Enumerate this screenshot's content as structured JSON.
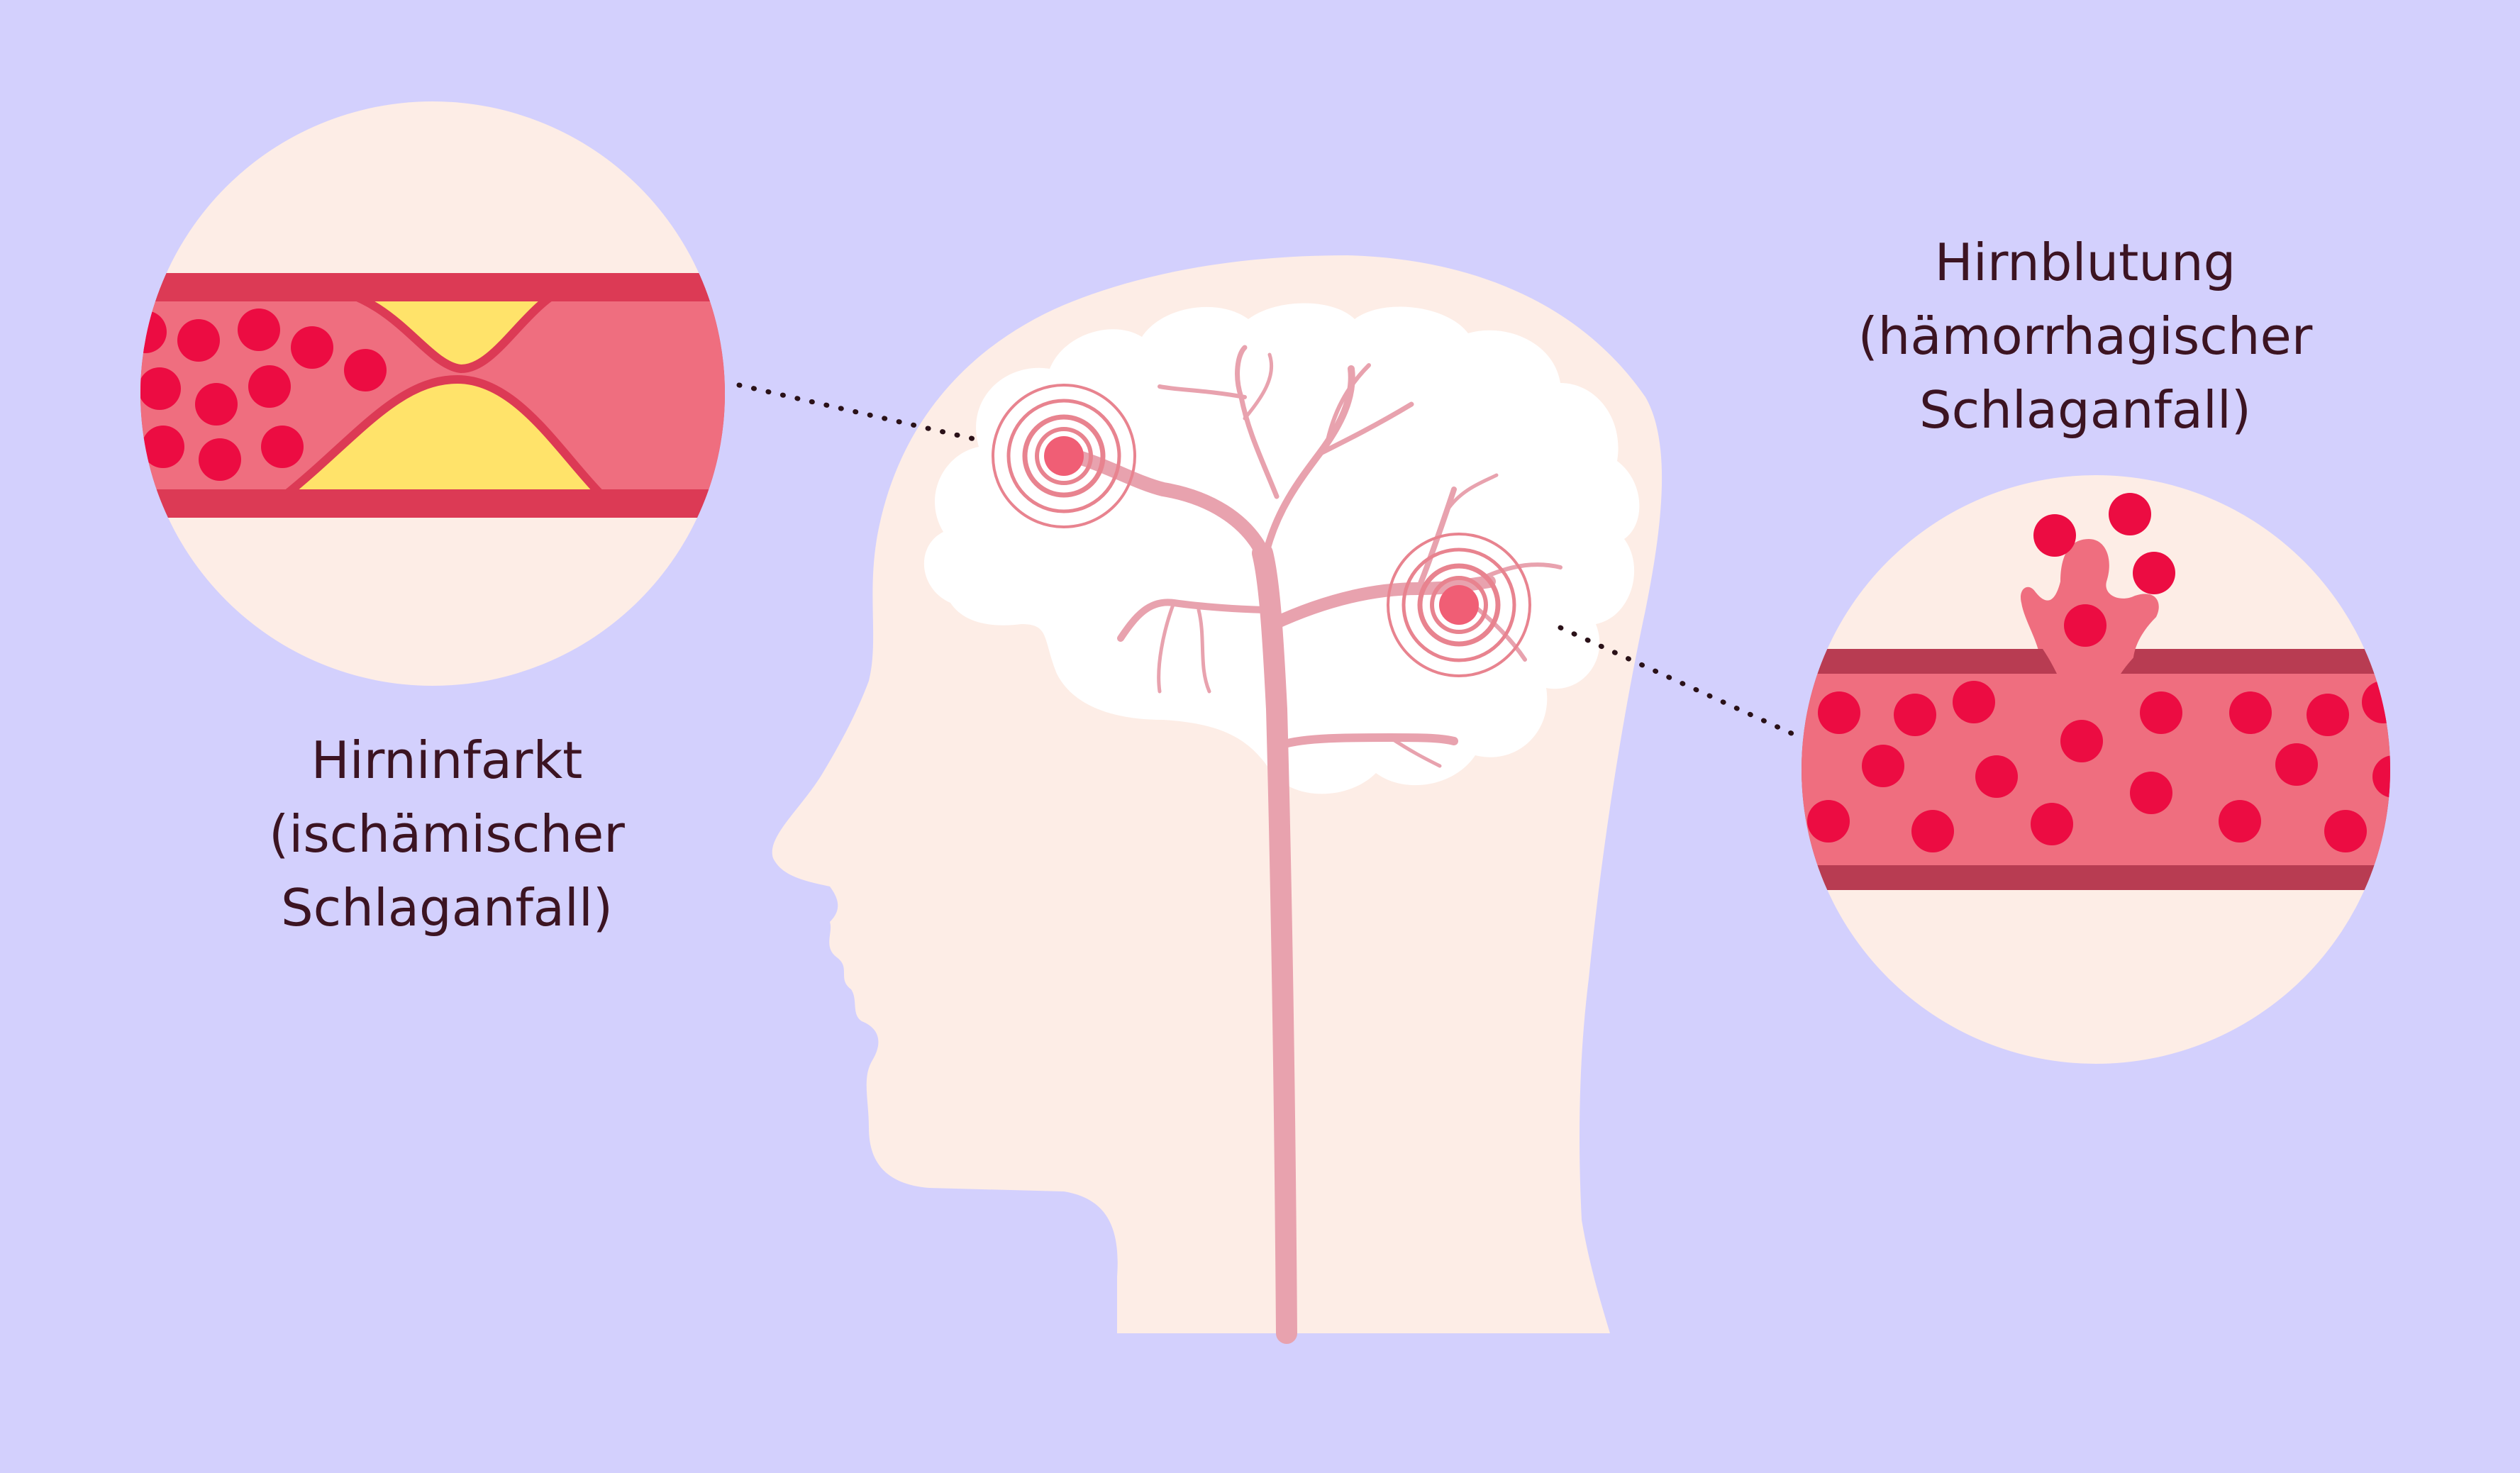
{
  "labels": {
    "ischemic": {
      "title": "Hirninfarkt",
      "line2": "(ischämischer",
      "line3": "Schlaganfall)"
    },
    "hemorrhagic": {
      "title": "Hirnblutung",
      "line2": "(hämorrhagischer",
      "line3": "Schlaganfall)"
    }
  },
  "colors": {
    "background": "#d3d0fd",
    "head": "#fdede6",
    "brain": "#ffffff",
    "vessel_lines": "#e8a2ae",
    "vessel_wall": "#dc3a55",
    "vessel_wall_dark": "#b83c52",
    "vessel_lumen": "#ef6e7f",
    "blood_cell": "#ec0c42",
    "plaque": "#ffe36a",
    "text": "#3c1422"
  }
}
